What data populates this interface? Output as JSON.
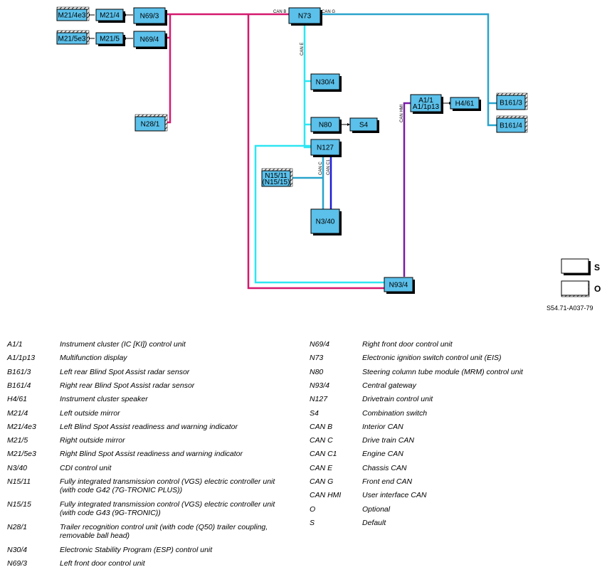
{
  "diagram": {
    "boxes": [
      {
        "id": "M21/4e3",
        "label": "M21/4e3",
        "optional": true
      },
      {
        "id": "M21/4",
        "label": "M21/4",
        "optional": false
      },
      {
        "id": "N69/3",
        "label": "N69/3",
        "optional": false
      },
      {
        "id": "M21/5e3",
        "label": "M21/5e3",
        "optional": true
      },
      {
        "id": "M21/5",
        "label": "M21/5",
        "optional": false
      },
      {
        "id": "N69/4",
        "label": "N69/4",
        "optional": false
      },
      {
        "id": "N28/1",
        "label": "N28/1",
        "optional": true
      },
      {
        "id": "N73",
        "label": "N73",
        "optional": false
      },
      {
        "id": "N30/4",
        "label": "N30/4",
        "optional": false
      },
      {
        "id": "N80",
        "label": "N80",
        "optional": false
      },
      {
        "id": "S4",
        "label": "S4",
        "optional": false
      },
      {
        "id": "N127",
        "label": "N127",
        "optional": false
      },
      {
        "id": "N15/11",
        "label": "N15/11",
        "label2": "(N15/15)",
        "optional": true
      },
      {
        "id": "N3/40",
        "label": "N3/40",
        "optional": false
      },
      {
        "id": "N93/4",
        "label": "N93/4",
        "optional": false
      },
      {
        "id": "A1/1",
        "label": "A1/1",
        "label2": "A1/1p13",
        "optional": false
      },
      {
        "id": "H4/61",
        "label": "H4/61",
        "optional": false
      },
      {
        "id": "B161/3",
        "label": "B161/3",
        "optional": true
      },
      {
        "id": "B161/4",
        "label": "B161/4",
        "optional": true
      }
    ],
    "bus_labels": {
      "can_b": "CAN B",
      "can_g": "CAN G",
      "can_e": "CAN E",
      "can_c": "CAN C",
      "can_c1": "CAN C1",
      "can_hmi": "CAN HMI"
    },
    "key": {
      "default": "S",
      "optional": "O"
    },
    "reference": "S54.71-A037-79",
    "colors": {
      "can_b": "#d4196e",
      "can_g": "#2aa3cc",
      "can_e": "#2ee6f2",
      "can_c": "#2aa3cc",
      "can_c1": "#1a1ad6",
      "can_hmi": "#7a1aa8",
      "box_fill": "#5bc0ea",
      "box_shadow": "#000000"
    }
  },
  "legend": {
    "left": [
      {
        "code": "A1/1",
        "desc": "Instrument cluster (IC [KI]) control unit"
      },
      {
        "code": "A1/1p13",
        "desc": "Multifunction display"
      },
      {
        "code": "B161/3",
        "desc": "Left rear Blind Spot Assist radar sensor"
      },
      {
        "code": "B161/4",
        "desc": "Right rear Blind Spot Assist radar sensor"
      },
      {
        "code": "H4/61",
        "desc": "Instrument cluster speaker"
      },
      {
        "code": "M21/4",
        "desc": "Left outside mirror"
      },
      {
        "code": "M21/4e3",
        "desc": "Left Blind Spot Assist readiness and warning indicator"
      },
      {
        "code": "M21/5",
        "desc": "Right outside mirror"
      },
      {
        "code": "M21/5e3",
        "desc": "Right Blind Spot Assist readiness and warning indicator"
      },
      {
        "code": "N3/40",
        "desc": "CDI control unit"
      },
      {
        "code": "N15/11",
        "desc": "Fully integrated transmission control (VGS) electric controller unit",
        "desc2": "(with code G42 (7G-TRONIC PLUS))"
      },
      {
        "code": "N15/15",
        "desc": "Fully integrated transmission control (VGS) electric controller unit",
        "desc2": "(with code G43 (9G-TRONIC))"
      },
      {
        "code": "N28/1",
        "desc": "Trailer recognition control unit (with code (Q50) trailer coupling,",
        "desc2": "removable ball head)"
      },
      {
        "code": "N30/4",
        "desc": "Electronic Stability Program (ESP) control unit"
      },
      {
        "code": "N69/3",
        "desc": "Left front door control unit"
      }
    ],
    "right": [
      {
        "code": "N69/4",
        "desc": "Right front door control unit"
      },
      {
        "code": "N73",
        "desc": "Electronic ignition switch control unit (EIS)"
      },
      {
        "code": "N80",
        "desc": "Steering column tube module (MRM) control unit"
      },
      {
        "code": "N93/4",
        "desc": "Central gateway"
      },
      {
        "code": "N127",
        "desc": "Drivetrain control unit"
      },
      {
        "code": "S4",
        "desc": "Combination switch"
      },
      {
        "code": "CAN B",
        "desc": "Interior CAN"
      },
      {
        "code": "CAN C",
        "desc": "Drive train CAN"
      },
      {
        "code": "CAN C1",
        "desc": "Engine CAN"
      },
      {
        "code": "CAN E",
        "desc": "Chassis CAN"
      },
      {
        "code": "CAN G",
        "desc": "Front end CAN"
      },
      {
        "code": "CAN HMI",
        "desc": "User interface CAN"
      },
      {
        "code": "O",
        "desc": "Optional"
      },
      {
        "code": "S",
        "desc": "Default"
      }
    ]
  }
}
